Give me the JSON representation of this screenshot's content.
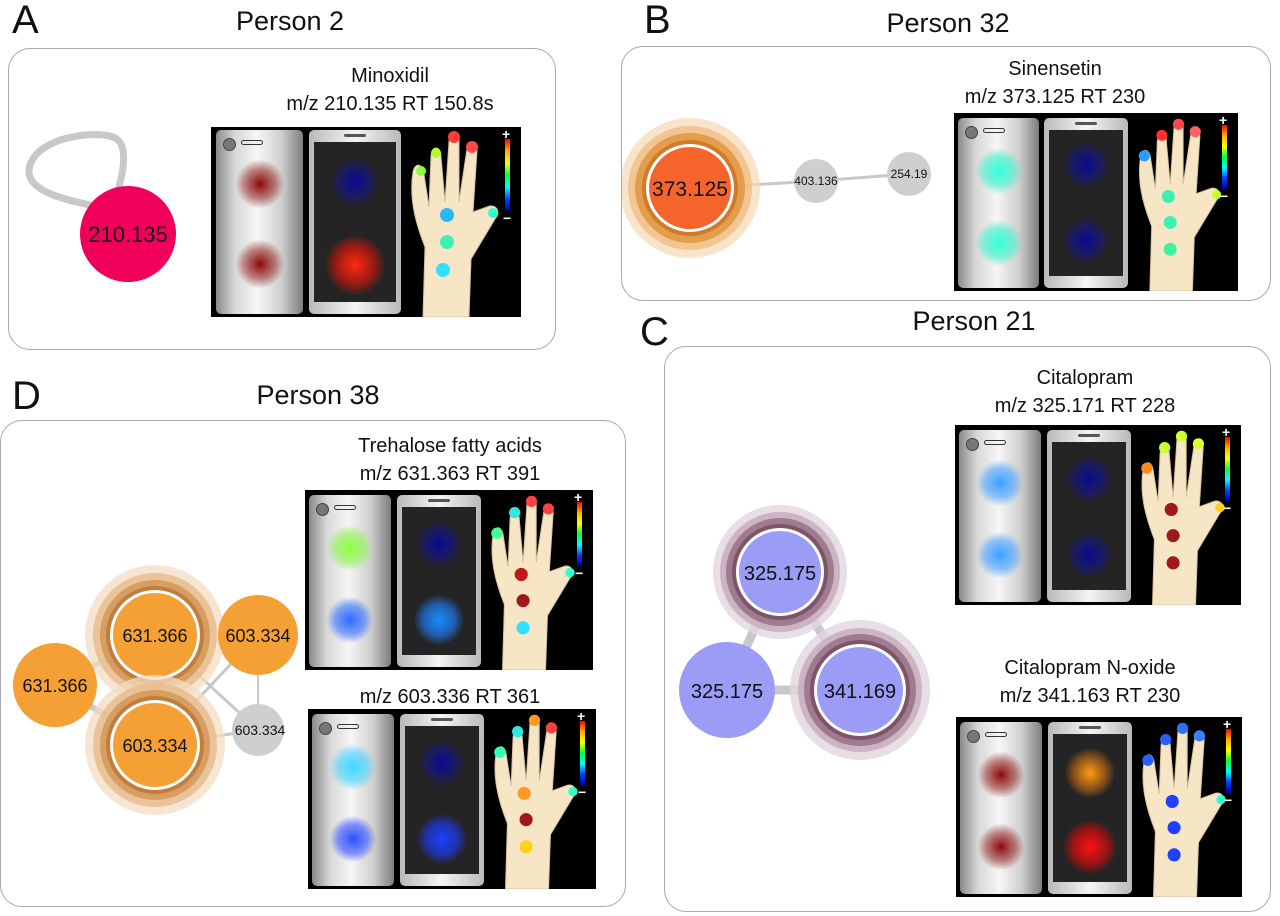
{
  "panels": [
    {
      "id": "A",
      "letter": "A",
      "person": "Person 2",
      "images": [
        {
          "name": "Minoxidil",
          "line": "m/z 210.135 RT 150.8s"
        }
      ],
      "nodes": [
        "210.135"
      ]
    },
    {
      "id": "B",
      "letter": "B",
      "person": "Person 32",
      "images": [
        {
          "name": "Sinensetin",
          "line": "m/z 373.125 RT 230"
        }
      ],
      "nodes": [
        "373.125",
        "403.136",
        "254.19"
      ]
    },
    {
      "id": "C",
      "letter": "C",
      "person": "Person 21",
      "images": [
        {
          "name": "Citalopram",
          "line": "m/z 325.171 RT 228"
        },
        {
          "name": "Citalopram N-oxide",
          "line": "m/z 341.163 RT 230"
        }
      ],
      "nodes": [
        "325.175",
        "325.175",
        "341.169"
      ]
    },
    {
      "id": "D",
      "letter": "D",
      "person": "Person 38",
      "images": [
        {
          "name": "Trehalose fatty acids",
          "line": "m/z 631.363 RT 391"
        },
        {
          "name": "",
          "line": "m/z 603.336 RT 361"
        }
      ],
      "nodes": [
        "631.366",
        "603.334",
        "631.366",
        "603.334",
        "603.334"
      ]
    }
  ],
  "colorbar": {
    "plus": "+",
    "minus": "−"
  },
  "colors": {
    "magenta": "#f0005a",
    "orange_red": "#f5642a",
    "orange": "#f5a035",
    "lavender": "#9b9cf5",
    "gray": "#cfcfcf"
  }
}
